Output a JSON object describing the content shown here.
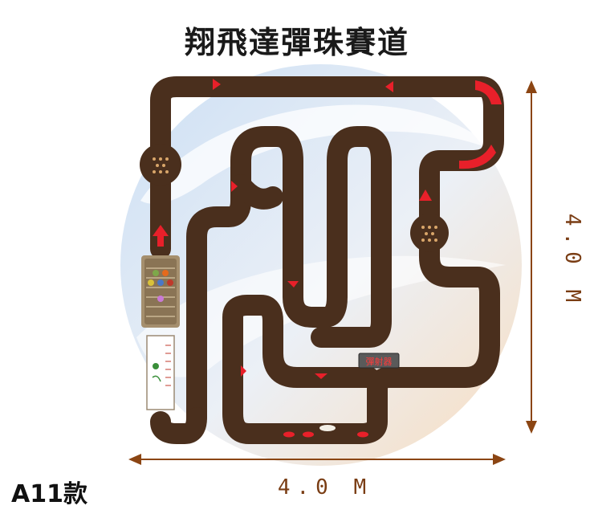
{
  "title": "翔飛達彈珠賽道",
  "model": "A11款",
  "launcher_label": "彈射器",
  "width_label": "4.0 M",
  "height_label": "4.0 M",
  "colors": {
    "track": "#4a2f1d",
    "marker": "#e8202a",
    "dimension": "#8b4513",
    "circle_blue": "#cfe0f2",
    "circle_orange": "#f6dcc0"
  }
}
